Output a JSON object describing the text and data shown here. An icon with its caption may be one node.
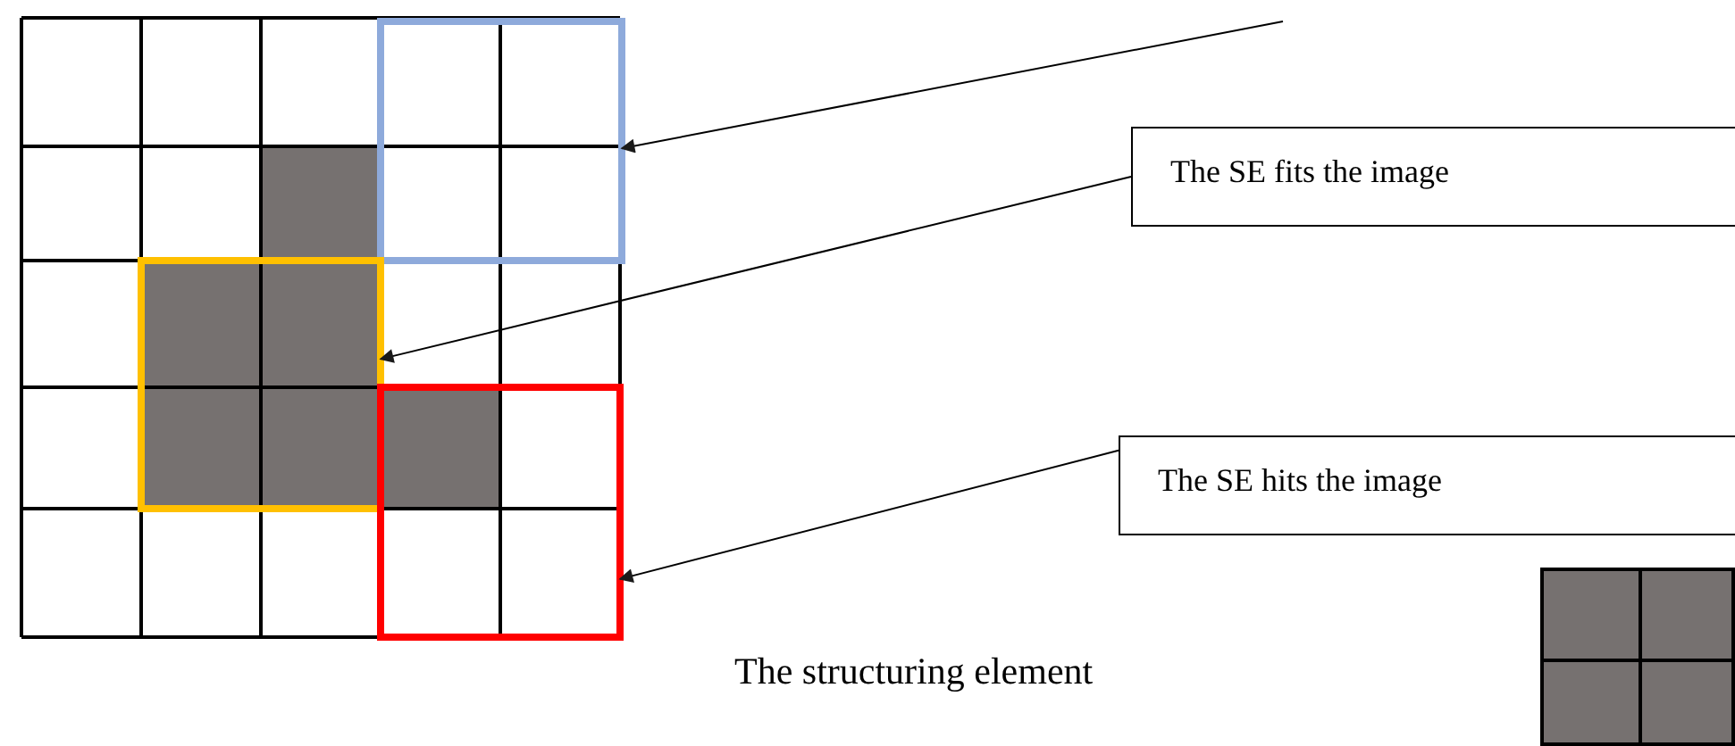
{
  "diagram": {
    "nodes": [
      {
        "text": [],
        "shape": "box"
      },
      {
        "text": [],
        "shape": "box"
      },
      {
        "text": [],
        "shape": "box"
      },
      {
        "text": [
          "The SE fits the image"
        ]
      },
      {
        "text": [
          "The SE hits the image"
        ]
      }
    ],
    "edges": [
      {
        "from": null,
        "to": 0,
        "arrow": "to"
      },
      {
        "from": 3,
        "to": 1,
        "arrow": "to"
      },
      {
        "from": 4,
        "to": 2,
        "arrow": "to"
      }
    ],
    "labels": [
      "The structuring element"
    ]
  }
}
